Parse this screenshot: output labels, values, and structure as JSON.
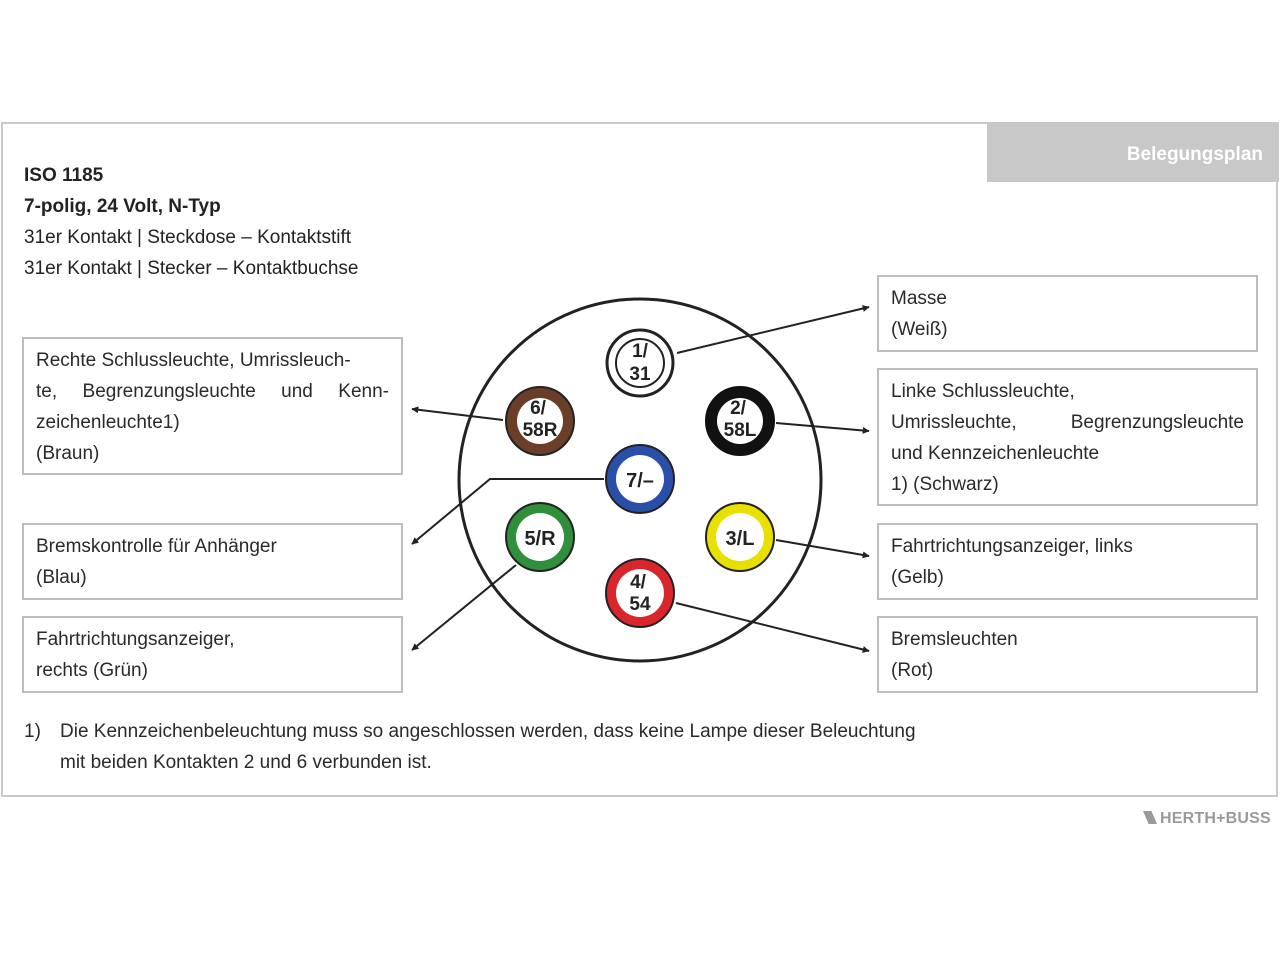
{
  "tab_label": "Belegungsplan",
  "header": {
    "line1": "ISO 1185",
    "line2": "7-polig, 24 Volt, N-Typ",
    "line3": "31er Kontakt | Steckdose – Kontaktstift",
    "line4": "31er Kontakt | Stecker – Kontaktbuchse"
  },
  "pins": [
    {
      "line1": "1/",
      "line2": "31",
      "color": "#ffffff",
      "text_color": "#222222"
    },
    {
      "line1": "6/",
      "line2": "58R",
      "color": "#6b3e2a",
      "text_color": "#ffffff"
    },
    {
      "line1": "2/",
      "line2": "58L",
      "color": "#111111",
      "text_color": "#ffffff"
    },
    {
      "line1": "7/–",
      "line2": "",
      "color": "#2a4fa8",
      "text_color": "#222222"
    },
    {
      "line1": "5/R",
      "line2": "",
      "color": "#2f8f3a",
      "text_color": "#222222"
    },
    {
      "line1": "3/L",
      "line2": "",
      "color": "#e8e000",
      "text_color": "#222222"
    },
    {
      "line1": "4/",
      "line2": "54",
      "color": "#d9262c",
      "text_color": "#222222"
    }
  ],
  "left_boxes": {
    "rechte": {
      "line1": "Rechte Schlussleuchte, Umrissleuch-",
      "line2": "te, Begrenzungsleuchte und Kenn-",
      "line3": "zeichenleuchte1)",
      "line4": "(Braun)"
    },
    "brems": {
      "line1": "Bremskontrolle für Anhänger",
      "line2": "(Blau)"
    },
    "fahrt_rechts": {
      "line1": "Fahrtrichtungsanzeiger,",
      "line2": "rechts (Grün)"
    }
  },
  "right_boxes": {
    "masse": {
      "line1": "Masse",
      "line2": "(Weiß)"
    },
    "linke": {
      "line1": "Linke Schlussleuchte,",
      "line2": "Umrissleuchte, Begrenzungsleuchte",
      "line3": "und Kennzeichenleuchte",
      "line4": "1) (Schwarz)"
    },
    "fahrt_links": {
      "line1": "Fahrtrichtungsanzeiger, links",
      "line2": "(Gelb)"
    },
    "bremsleuchten": {
      "line1": "Bremsleuchten",
      "line2": "(Rot)"
    }
  },
  "footnote": {
    "marker": "1)",
    "line1": "Die Kennzeichenbeleuchtung muss so angeschlossen werden, dass keine Lampe dieser Beleuchtung",
    "line2": "mit beiden Kontakten 2 und 6 verbunden ist."
  },
  "logo": "HERTH+BUSS"
}
